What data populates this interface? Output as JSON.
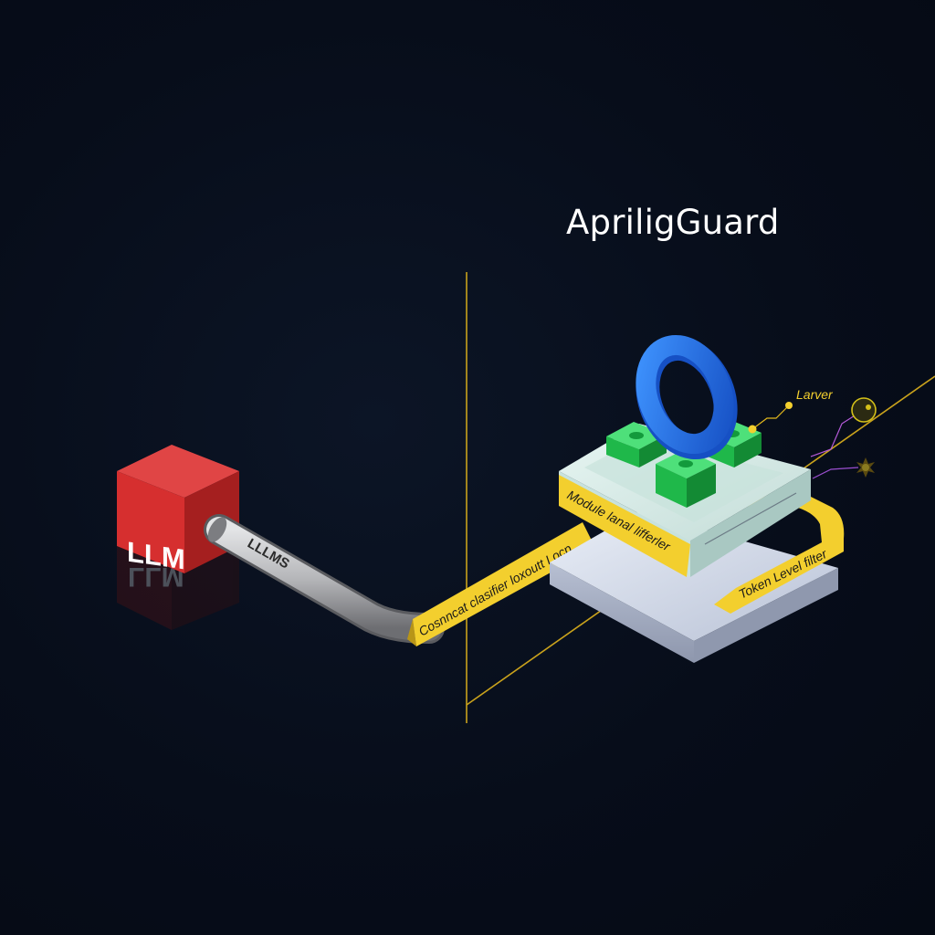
{
  "title": "ApriligGuard",
  "llm_block": {
    "label": "LLM",
    "reflection": "LLM"
  },
  "pipe": {
    "label": "LLLMS"
  },
  "ribbon_labels": {
    "content_classifier": "Cosnncat clasifier loxoutt Locp",
    "module_filter": "Module lanal lifferler",
    "token_filter": "Token Level filter"
  },
  "callouts": {
    "layer": "Larver"
  },
  "colors": {
    "background": "#070d1a",
    "llm_red": "#d62f2f",
    "ribbon_yellow": "#f3cf2e",
    "guide_line": "#c9a21c",
    "module_green": "#1fb84a",
    "ring_blue": "#1e6fe0",
    "platform_top": "#d8ece9",
    "platform_base": "#c4cde0",
    "pipe_gray": "#a9aaad"
  },
  "icons": [
    "llm-cube",
    "connector-pipe",
    "guard-ring",
    "module-block",
    "star-node",
    "circle-node"
  ]
}
